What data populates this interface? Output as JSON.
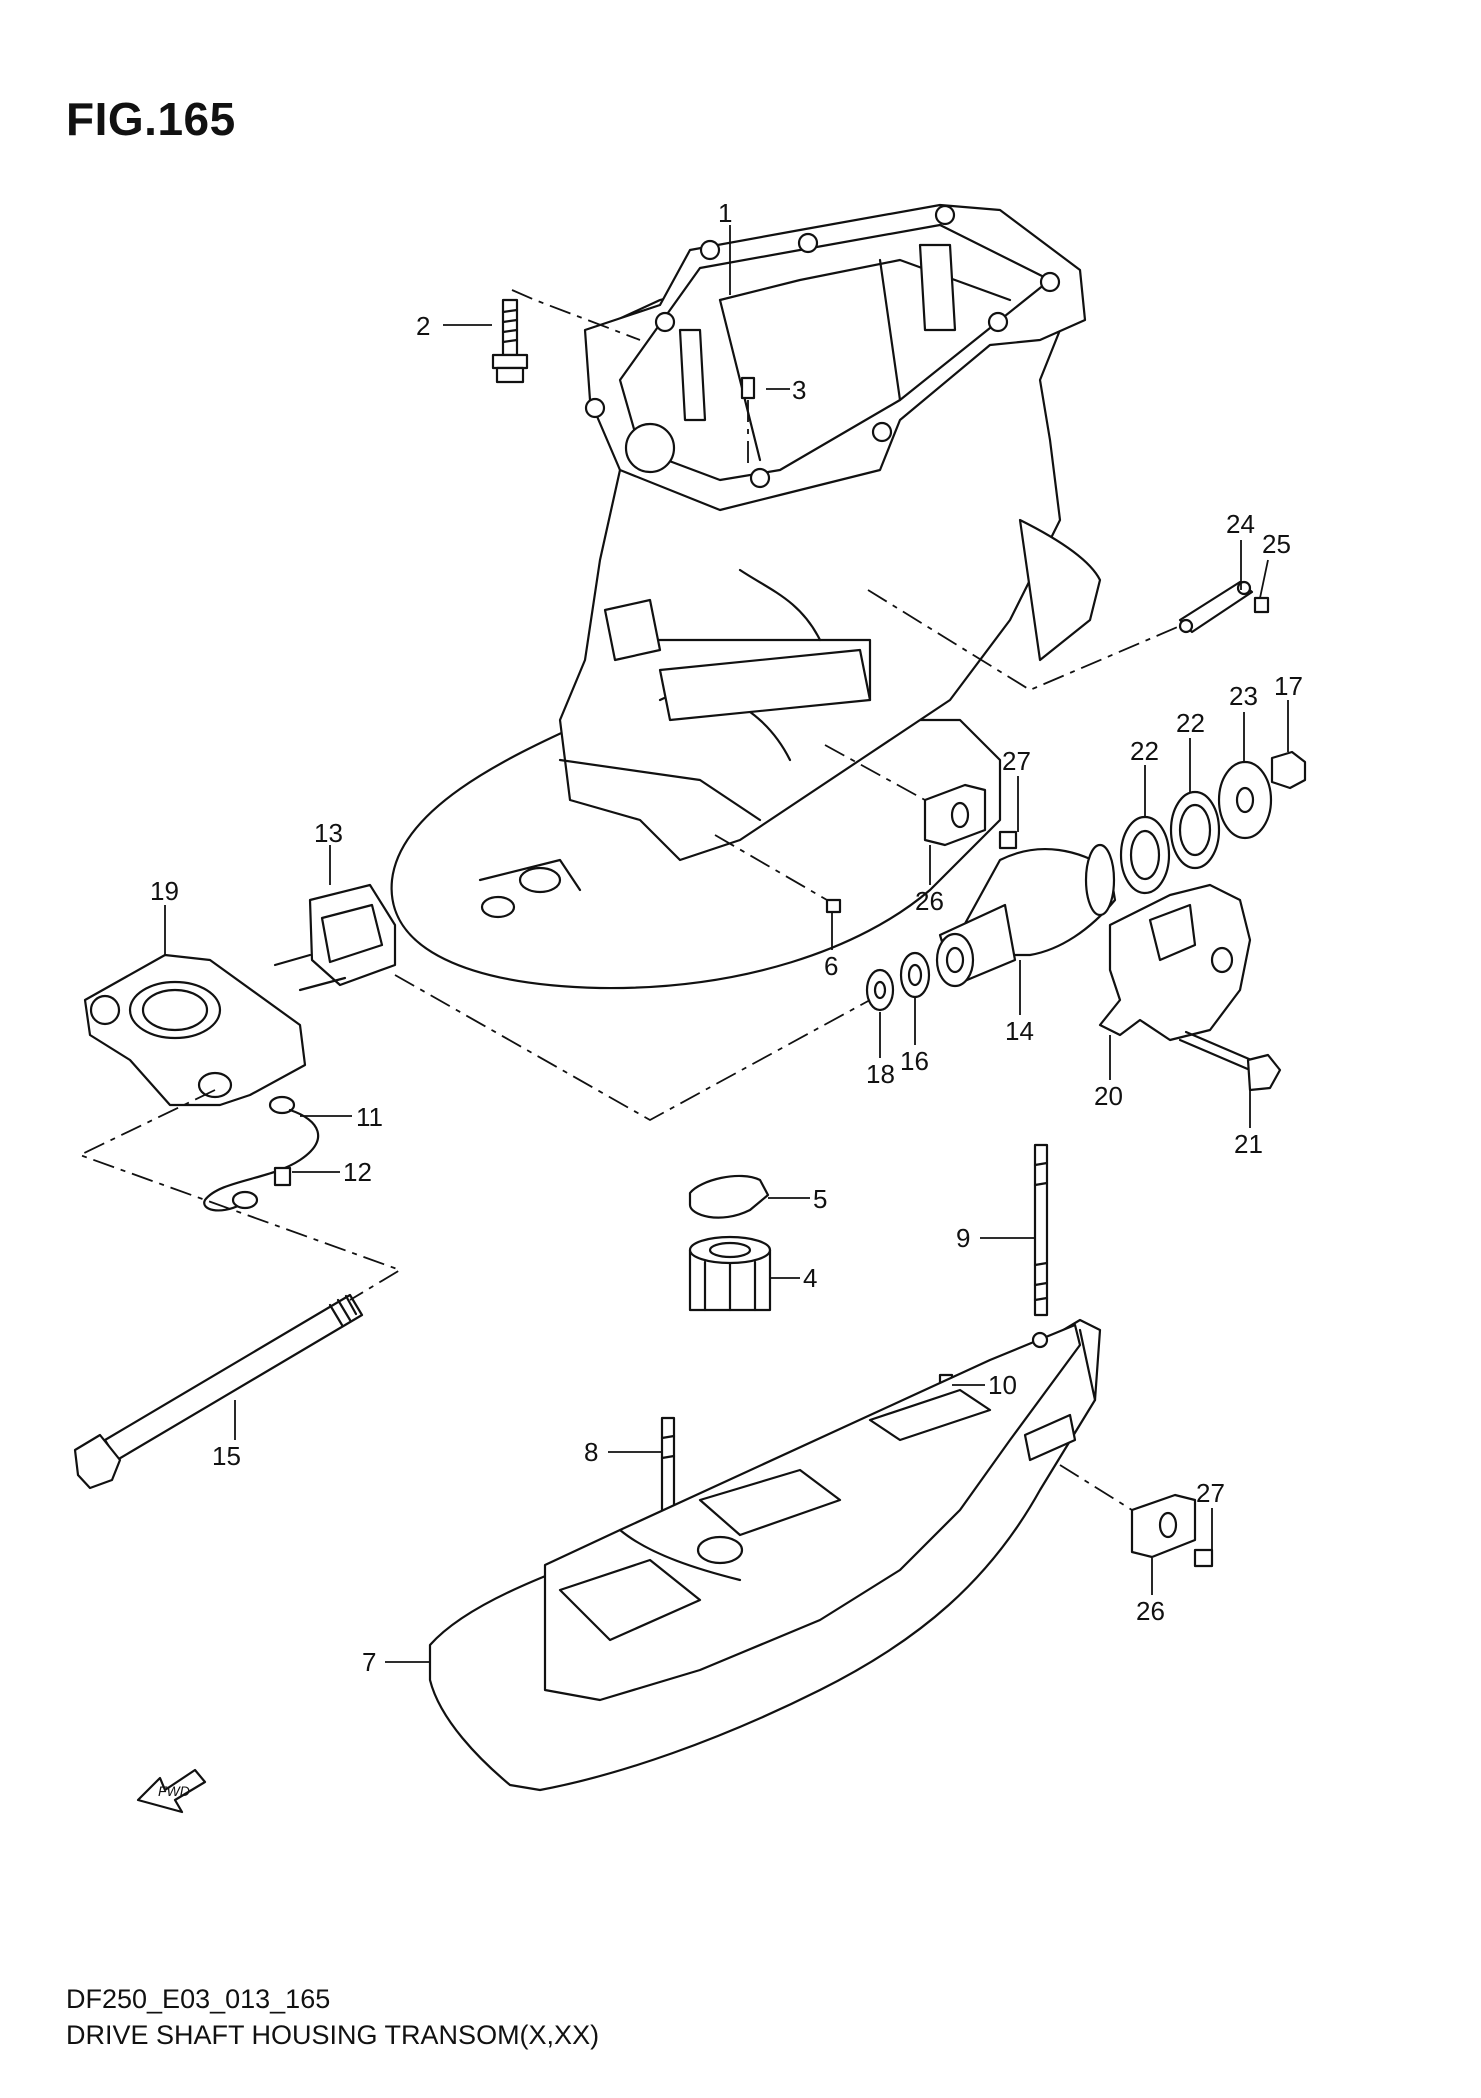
{
  "figure": {
    "title": "FIG.165",
    "code": "DF250_E03_013_165",
    "caption": "DRIVE SHAFT HOUSING TRANSOM(X,XX)",
    "fwd_label": "FWD"
  },
  "callouts": [
    {
      "id": "c1",
      "label": "1"
    },
    {
      "id": "c2",
      "label": "2"
    },
    {
      "id": "c3",
      "label": "3"
    },
    {
      "id": "c4",
      "label": "4"
    },
    {
      "id": "c5",
      "label": "5"
    },
    {
      "id": "c6",
      "label": "6"
    },
    {
      "id": "c7",
      "label": "7"
    },
    {
      "id": "c8",
      "label": "8"
    },
    {
      "id": "c9",
      "label": "9"
    },
    {
      "id": "c10",
      "label": "10"
    },
    {
      "id": "c11",
      "label": "11"
    },
    {
      "id": "c12",
      "label": "12"
    },
    {
      "id": "c13",
      "label": "13"
    },
    {
      "id": "c14",
      "label": "14"
    },
    {
      "id": "c15",
      "label": "15"
    },
    {
      "id": "c16",
      "label": "16"
    },
    {
      "id": "c17",
      "label": "17"
    },
    {
      "id": "c18",
      "label": "18"
    },
    {
      "id": "c19",
      "label": "19"
    },
    {
      "id": "c20",
      "label": "20"
    },
    {
      "id": "c21",
      "label": "21"
    },
    {
      "id": "c22a",
      "label": "22"
    },
    {
      "id": "c22b",
      "label": "22"
    },
    {
      "id": "c23",
      "label": "23"
    },
    {
      "id": "c24",
      "label": "24"
    },
    {
      "id": "c25",
      "label": "25"
    },
    {
      "id": "c26a",
      "label": "26"
    },
    {
      "id": "c26b",
      "label": "26"
    },
    {
      "id": "c27a",
      "label": "27"
    },
    {
      "id": "c27b",
      "label": "27"
    }
  ]
}
